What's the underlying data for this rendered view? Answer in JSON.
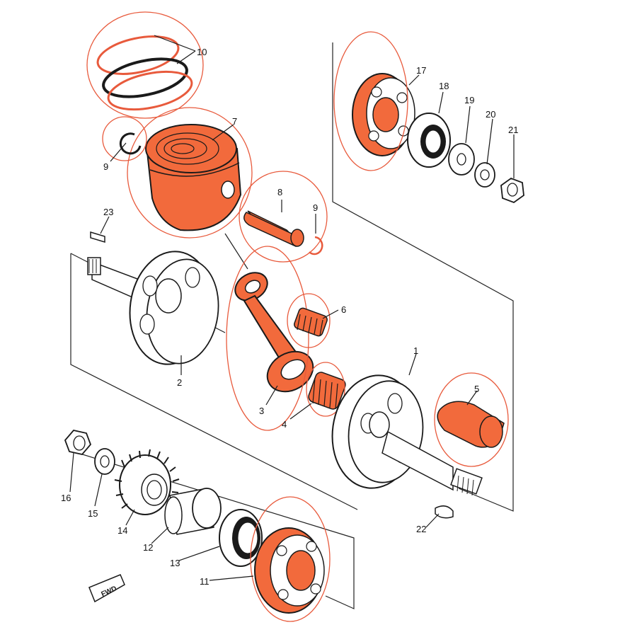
{
  "colors": {
    "highlight_fill": "#f26a3c",
    "highlight_outline": "#e85a3c",
    "ink": "#1a1a1a",
    "paper": "#ffffff"
  },
  "fwd_label": "FWD",
  "callouts": [
    {
      "id": "1",
      "label": "1"
    },
    {
      "id": "2",
      "label": "2"
    },
    {
      "id": "3",
      "label": "3"
    },
    {
      "id": "4",
      "label": "4"
    },
    {
      "id": "5",
      "label": "5"
    },
    {
      "id": "6",
      "label": "6"
    },
    {
      "id": "7",
      "label": "7"
    },
    {
      "id": "8",
      "label": "8"
    },
    {
      "id": "9a",
      "label": "9"
    },
    {
      "id": "9b",
      "label": "9"
    },
    {
      "id": "10",
      "label": "10"
    },
    {
      "id": "11",
      "label": "11"
    },
    {
      "id": "12",
      "label": "12"
    },
    {
      "id": "13",
      "label": "13"
    },
    {
      "id": "14",
      "label": "14"
    },
    {
      "id": "15",
      "label": "15"
    },
    {
      "id": "16",
      "label": "16"
    },
    {
      "id": "17",
      "label": "17"
    },
    {
      "id": "18",
      "label": "18"
    },
    {
      "id": "19",
      "label": "19"
    },
    {
      "id": "20",
      "label": "20"
    },
    {
      "id": "21",
      "label": "21"
    },
    {
      "id": "22",
      "label": "22"
    },
    {
      "id": "23",
      "label": "23"
    }
  ]
}
